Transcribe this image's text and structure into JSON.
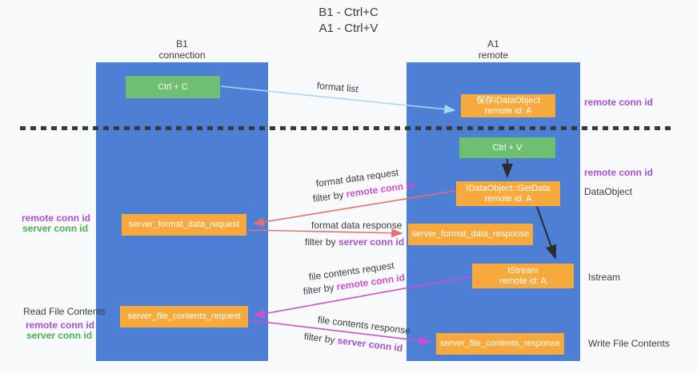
{
  "title": {
    "line1": "B1 - Ctrl+C",
    "line2": "A1 - Ctrl+V"
  },
  "lanes": {
    "left": {
      "name": "B1",
      "sub": "connection"
    },
    "right": {
      "name": "A1",
      "sub": "remote"
    }
  },
  "nodes": {
    "ctrl_c": "Ctrl + C",
    "save_idataobject": {
      "line1": "保存IDataObject",
      "line2": "remote id: A"
    },
    "ctrl_v": "Ctrl + V",
    "getdata": {
      "line1": "IDataObject::GetData",
      "line2": "remote id: A"
    },
    "format_request": "server_format_data_request",
    "format_response": "server_format_data_response",
    "istream": {
      "line1": "IStream",
      "line2": "remote id: A"
    },
    "file_request": "server_file_contents_request",
    "file_response": "server_file_contents_response"
  },
  "side_labels": {
    "remote_conn_id": "remote conn id",
    "server_conn_id": "server conn id",
    "dataobject": "DataObject",
    "istream": "Istream",
    "read_file_contents": "Read File Contents",
    "write_file_contents": "Write File Contents"
  },
  "flow_labels": {
    "format_list": "format list",
    "format_data_request": "format data request",
    "format_data_response": "format data response",
    "file_contents_request": "file contents request",
    "file_contents_response": "file contents response",
    "filter_by": "filter by ",
    "remote_conn_id": "remote conn id",
    "server_conn_id": "server conn id"
  },
  "colors": {
    "lane_blue": "#4d7fd5",
    "node_green": "#6fbf73",
    "node_orange": "#f7a93c",
    "label_purple": "#a94fd0",
    "label_green": "#4caf50",
    "arrow_salmon": "#e96e6e",
    "arrow_magenta": "#cf4ecf",
    "arrow_lightblue": "#a8d8f0",
    "arrow_black": "#2d2d2d"
  }
}
